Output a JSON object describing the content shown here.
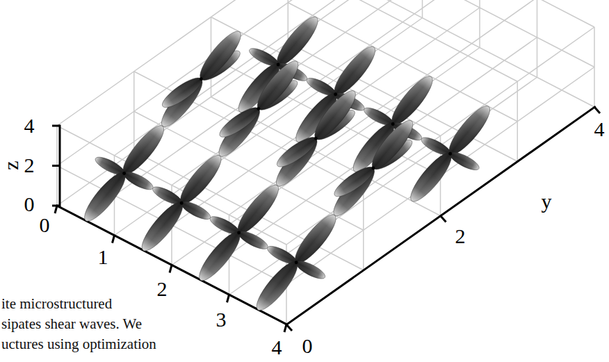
{
  "diagram": {
    "labels": [
      "4",
      "2",
      "0",
      "z",
      "0",
      "1",
      "2",
      "3",
      "4",
      "y",
      "0",
      "2",
      "4",
      "ite microstructured",
      "sipates shear waves. We",
      "uctures using optimization"
    ]
  }
}
